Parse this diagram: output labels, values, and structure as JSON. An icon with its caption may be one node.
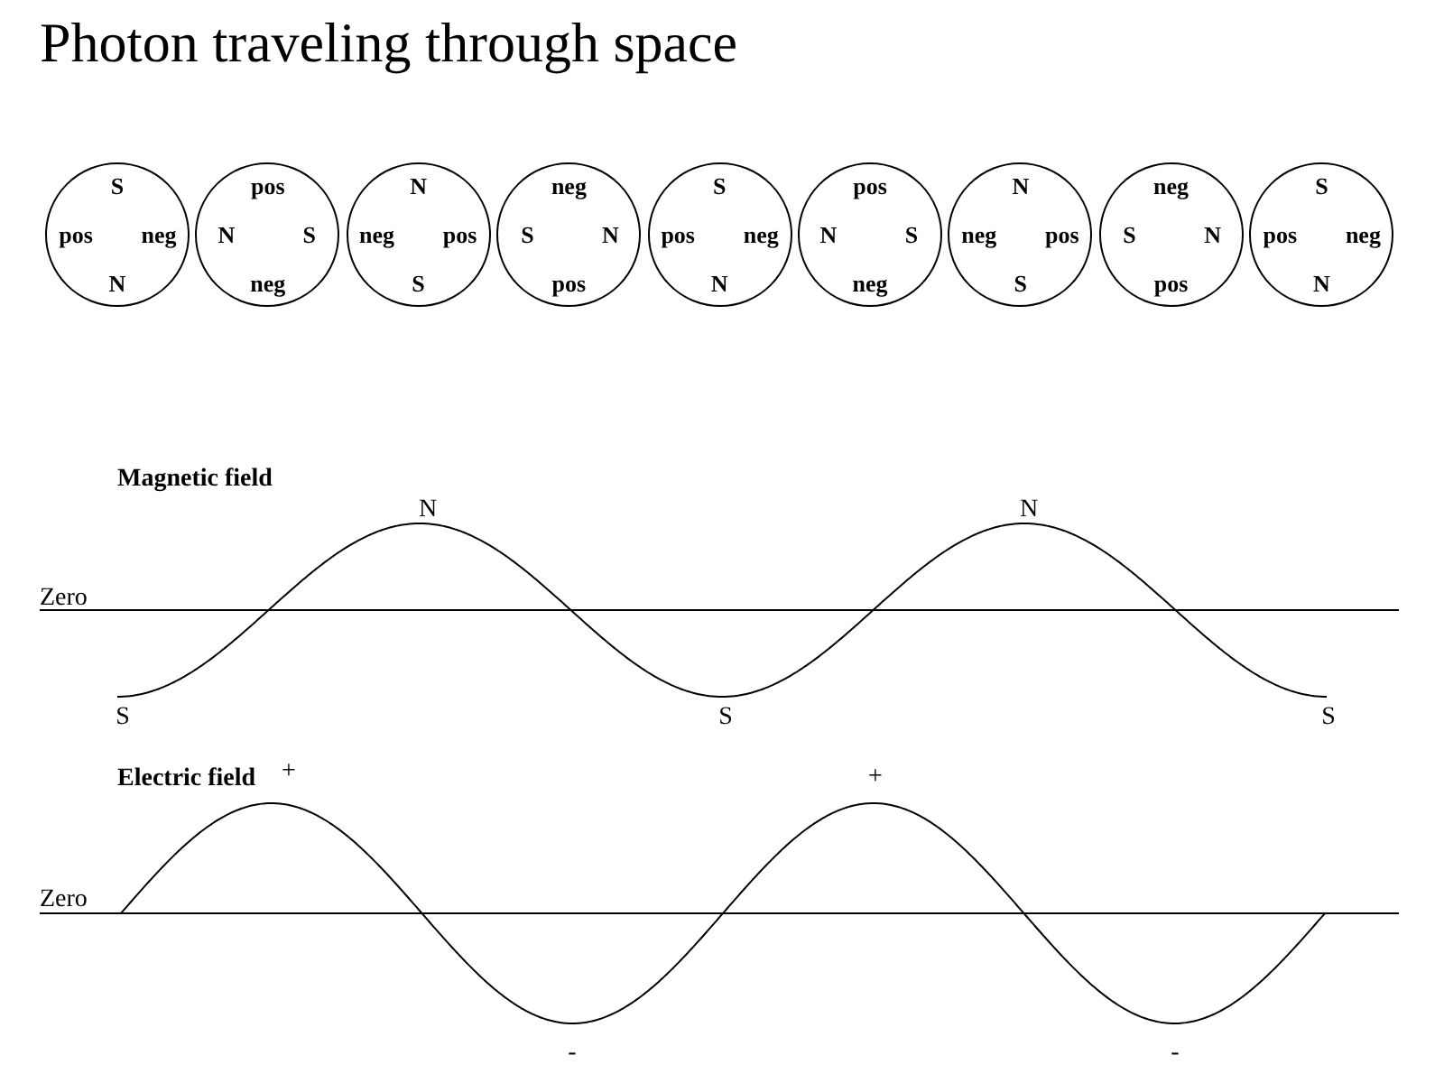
{
  "diagram": {
    "title": "Photon traveling through space",
    "nodes": [
      {
        "text": [
          "S",
          "pos",
          "neg",
          "N"
        ]
      },
      {
        "text": [
          "pos",
          "N",
          "S",
          "neg"
        ]
      },
      {
        "text": [
          "N",
          "neg",
          "pos",
          "S"
        ]
      },
      {
        "text": [
          "neg",
          "S",
          "N",
          "pos"
        ]
      },
      {
        "text": [
          "S",
          "pos",
          "neg",
          "N"
        ]
      },
      {
        "text": [
          "pos",
          "N",
          "S",
          "neg"
        ]
      },
      {
        "text": [
          "N",
          "neg",
          "pos",
          "S"
        ]
      },
      {
        "text": [
          "neg",
          "S",
          "N",
          "pos"
        ]
      },
      {
        "text": [
          "S",
          "pos",
          "neg",
          "N"
        ]
      }
    ],
    "labels": [
      "Magnetic field",
      "N",
      "N",
      "Zero",
      "S",
      "S",
      "S",
      "Electric field",
      "+",
      "+",
      "Zero",
      "-",
      "-"
    ]
  }
}
